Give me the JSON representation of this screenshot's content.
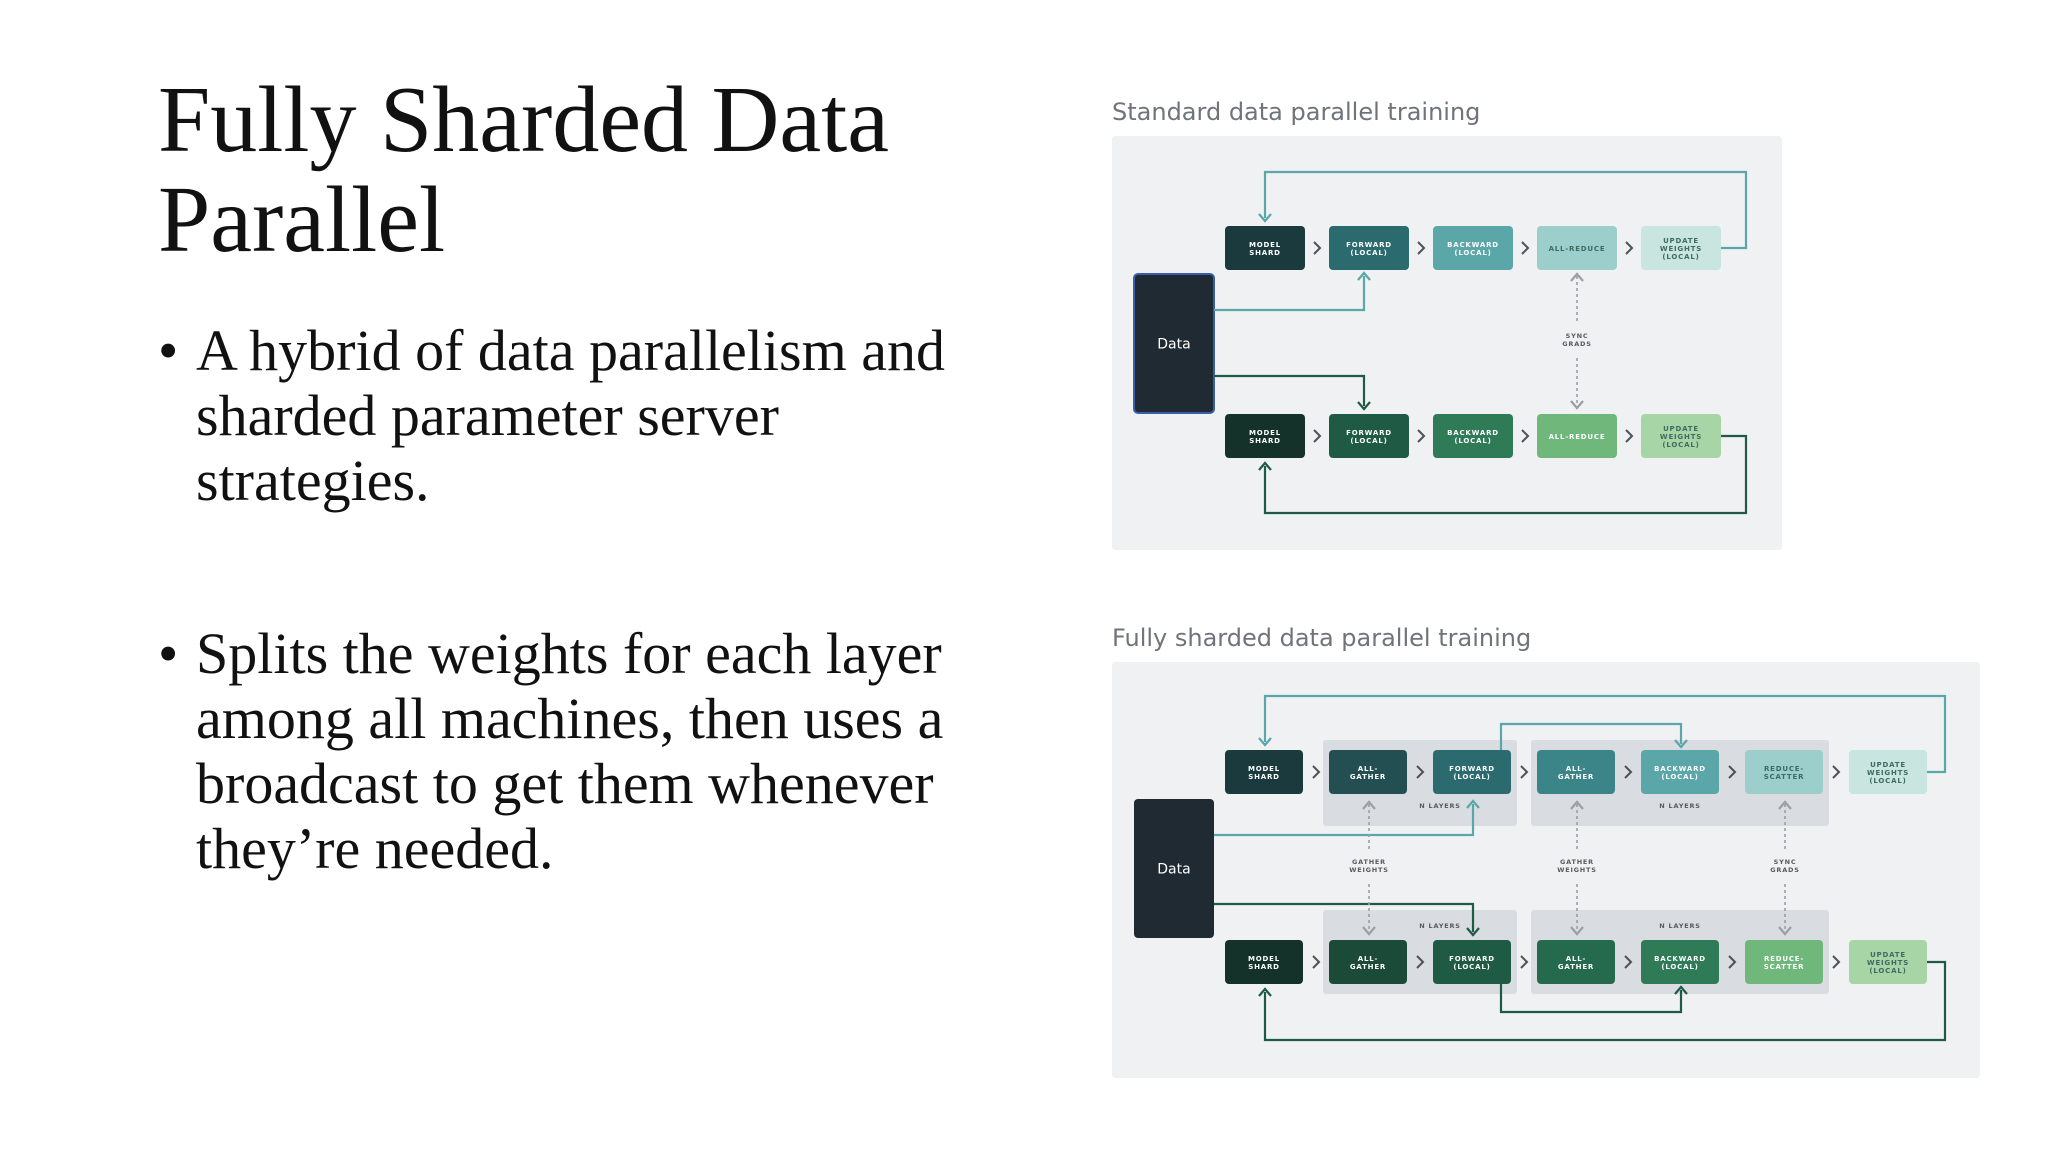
{
  "slide": {
    "title": "Fully Sharded Data Parallel",
    "bullets": [
      "A hybrid of data parallelism and sharded parameter server strategies.",
      "Splits the weights for each layer among all machines, then uses a broadcast to get them whenever they’re needed."
    ]
  },
  "standard_diagram": {
    "caption": "Standard data parallel training",
    "data_label": "Data",
    "top_row": [
      {
        "lines": [
          "MODEL",
          "SHARD"
        ],
        "color": "#1b3a3d"
      },
      {
        "lines": [
          "FORWARD",
          "(LOCAL)"
        ],
        "color": "#2b6a6e"
      },
      {
        "lines": [
          "BACKWARD",
          "(LOCAL)"
        ],
        "color": "#5aa6a8"
      },
      {
        "lines": [
          "ALL-REDUCE"
        ],
        "color": "#9ccfcc"
      },
      {
        "lines": [
          "UPDATE",
          "WEIGHTS",
          "(LOCAL)"
        ],
        "color": "#c8e5df"
      }
    ],
    "bottom_row": [
      {
        "lines": [
          "MODEL",
          "SHARD"
        ],
        "color": "#14322a"
      },
      {
        "lines": [
          "FORWARD",
          "(LOCAL)"
        ],
        "color": "#1f5a44"
      },
      {
        "lines": [
          "BACKWARD",
          "(LOCAL)"
        ],
        "color": "#2f7a57"
      },
      {
        "lines": [
          "ALL-REDUCE"
        ],
        "color": "#6fb77b"
      },
      {
        "lines": [
          "UPDATE",
          "WEIGHTS",
          "(LOCAL)"
        ],
        "color": "#a8d5a5"
      }
    ],
    "sync_label": [
      "SYNC",
      "GRADS"
    ]
  },
  "fsdp_diagram": {
    "caption": "Fully sharded data parallel training",
    "data_label": "Data",
    "top_row": [
      {
        "lines": [
          "MODEL",
          "SHARD"
        ],
        "color": "#1b3a3d"
      },
      {
        "lines": [
          "ALL-",
          "GATHER"
        ],
        "color": "#234f52"
      },
      {
        "lines": [
          "FORWARD",
          "(LOCAL)"
        ],
        "color": "#2b6a6e"
      },
      {
        "lines": [
          "ALL-",
          "GATHER"
        ],
        "color": "#3b8589"
      },
      {
        "lines": [
          "BACKWARD",
          "(LOCAL)"
        ],
        "color": "#5aa6a8"
      },
      {
        "lines": [
          "REDUCE-",
          "SCATTER"
        ],
        "color": "#9ccfcc"
      },
      {
        "lines": [
          "UPDATE",
          "WEIGHTS",
          "(LOCAL)"
        ],
        "color": "#c8e5df"
      }
    ],
    "bottom_row": [
      {
        "lines": [
          "MODEL",
          "SHARD"
        ],
        "color": "#14322a"
      },
      {
        "lines": [
          "ALL-",
          "GATHER"
        ],
        "color": "#1b4a38"
      },
      {
        "lines": [
          "FORWARD",
          "(LOCAL)"
        ],
        "color": "#1f5a44"
      },
      {
        "lines": [
          "ALL-",
          "GATHER"
        ],
        "color": "#256a4c"
      },
      {
        "lines": [
          "BACKWARD",
          "(LOCAL)"
        ],
        "color": "#2f7a57"
      },
      {
        "lines": [
          "REDUCE-",
          "SCATTER"
        ],
        "color": "#6fb77b"
      },
      {
        "lines": [
          "UPDATE",
          "WEIGHTS",
          "(LOCAL)"
        ],
        "color": "#a8d5a5"
      }
    ],
    "n_layers_label": "N LAYERS",
    "vertical_labels": [
      [
        "GATHER",
        "WEIGHTS"
      ],
      [
        "GATHER",
        "WEIGHTS"
      ],
      [
        "SYNC",
        "GRADS"
      ]
    ]
  },
  "colors": {
    "panel_bg": "#f0f1f3",
    "group_bg": "#d9dde1",
    "data_box": "#1f2a33",
    "teal_line": "#5aa6a8",
    "green_line": "#1f5a44",
    "dashed_line": "#9a9fa4"
  }
}
